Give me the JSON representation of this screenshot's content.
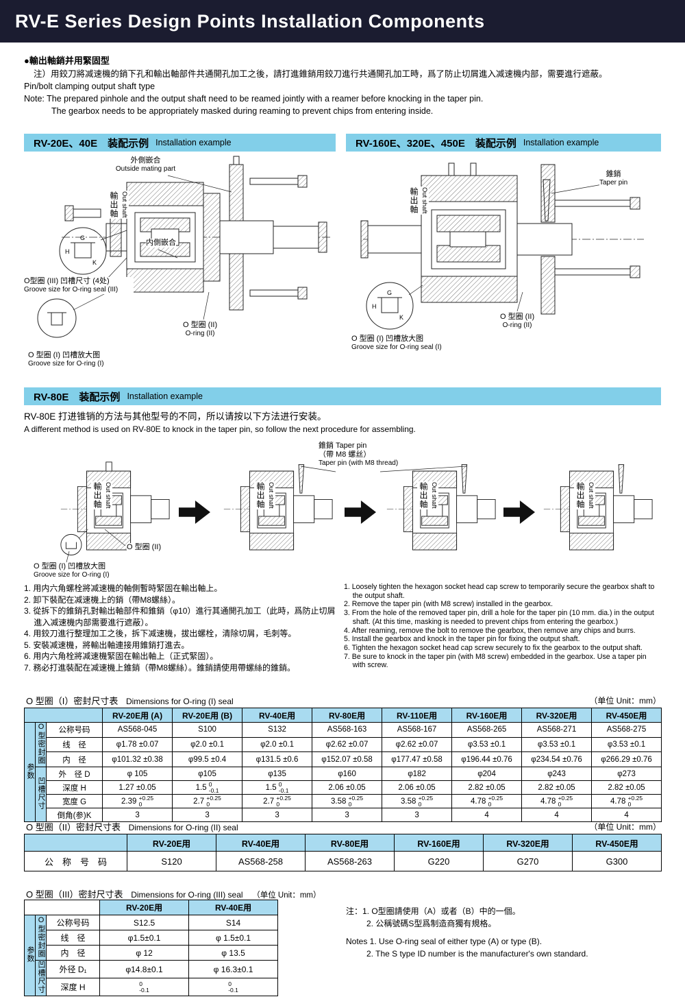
{
  "header": {
    "title": "RV-E Series Design Points Installation Components"
  },
  "intro": {
    "bullet": "●輸出軸銷并用緊固型",
    "note_cn": "注）用鉸刀將减速機的銷下孔和輸出軸部件共通開孔加工之後，請打進錐銷用鉸刀進行共通開孔加工時，爲了防止切屑進入减速機内部，需要進行遮蔽。",
    "type_en": "Pin/bolt clamping output shaft type",
    "note_en1": "Note: The prepared pinhole and the output shaft need to be reamed jointly with a reamer before knocking in the taper pin.",
    "note_en2": "The gearbox needs to be appropriately masked during reaming to prevent chips from entering inside."
  },
  "sec1": {
    "title": "RV-20E、40E　装配示例",
    "en": "Installation example"
  },
  "sec2": {
    "title": "RV-160E、320E、450E　装配示例",
    "en": "Installation example"
  },
  "sec3": {
    "title": "RV-80E　装配示例",
    "en": "Installation example"
  },
  "dims": {
    "g": "G",
    "h": "H",
    "k": "K"
  },
  "d1": {
    "outside_cn": "外側嵌合",
    "outside_en": "Outside mating part",
    "inside_cn": "内側嵌合",
    "shaft_cn": "輸出軸",
    "shaft_en": "Out shaft",
    "o3_cn": "O型圈 (III) 凹槽尺寸 (4处)",
    "o3_en": "Groove size for O-ring seal (III)",
    "o2_cn": "O 型圈 (II)",
    "o2_en": "O-ring (II)",
    "o1_cn": "O 型圈 (I) 凹槽放大图",
    "o1_en": "Groove size for O-ring (I)"
  },
  "d2": {
    "pin_cn": "錐銷",
    "pin_en": "Taper pin",
    "shaft_cn": "輸出軸",
    "shaft_en": "Out shaft",
    "o2_cn": "O 型圈 (II)",
    "o2_en": "O-ring (II)",
    "o1_cn": "O 型圈 (I) 凹槽放大图",
    "o1_en": "Groove size for O-ring seal (I)"
  },
  "s3": {
    "intro_cn": "RV-80E 打进锥销的方法与其他型号的不同，所以请按以下方法进行安装。",
    "intro_en": "A different method is used on RV-80E to knock in the taper pin, so follow the next procedure for assembling.",
    "pin1": "錐銷 Taper pin",
    "pin2": "（帶 M8 螺丝）",
    "pin3": "Taper pin (with M8 thread)",
    "shaft_cn": "輸出軸",
    "shaft_en": "Out shaft",
    "o2": "O 型圈 (II)",
    "o1_cn": "O 型圈 (I) 凹槽放大图",
    "o1_en": "Groove size for O-ring (I)",
    "steps_cn": [
      "1. 用内六角螺栓將减速機的軸側暫時緊固在輸出軸上。",
      "2. 卸下裝配在减速機上的銷（帶M8螺絲）。",
      "3. 從拆下的錐銷孔對輸出軸部件和錐銷（φ10）進行其通開孔加工（此時，爲防止切屑進入减速機内部需要進行遮蔽）。",
      "4. 用鉸刀進行整理加工之後，拆下减速機，拔出螺栓，清除切屑，毛刺等。",
      "5. 安裝减速機，將輸出軸連接用錐銷打進去。",
      "6. 用内六角栓將减速機緊固在輸出軸上（正式緊固）。",
      "7. 務必打進裝配在减速機上錐銷（帶M8螺絲）。錐銷請使用帶螺絲的錐銷。"
    ],
    "steps_en": [
      "1. Loosely tighten the hexagon socket head cap screw to temporarily secure the gearbox shaft to the output shaft.",
      "2. Remove the taper pin (with M8 screw) installed in the gearbox.",
      "3. From the hole of the removed taper pin, drill a hole for the taper pin (10 mm. dia.) in the output shaft. (At this time, masking is needed to prevent chips from entering the gearbox.)",
      "4. After reaming, remove the bolt to remove the gearbox, then remove any chips and burrs.",
      "5. Install the gearbox and knock in the taper pin for fixing the output shaft.",
      "6. Tighten the hexagon socket head cap screw securely to fix the gearbox to the output shaft.",
      "7. Be sure to knock in the taper pin (with M8 screw) embedded in the gearbox. Use a taper pin with screw."
    ]
  },
  "t1": {
    "title": "O 型圈（I）密封尺寸表",
    "en": "Dimensions for O-ring (I) seal",
    "unit": "（单位 Unit：mm）",
    "param": "参数",
    "g1": "O型密封圈",
    "g2": "凹槽尺寸",
    "headers": [
      "RV-20E用 (A)",
      "RV-20E用 (B)",
      "RV-40E用",
      "RV-80E用",
      "RV-110E用",
      "RV-160E用",
      "RV-320E用",
      "RV-450E用"
    ],
    "rows": [
      {
        "label": "公称号码",
        "cells": [
          "AS568-045",
          "S100",
          "S132",
          "AS568-163",
          "AS568-167",
          "AS568-265",
          "AS568-271",
          "AS568-275"
        ]
      },
      {
        "label": "线　径",
        "cells": [
          "φ1.78 ±0.07",
          "φ2.0 ±0.1",
          "φ2.0 ±0.1",
          "φ2.62 ±0.07",
          "φ2.62 ±0.07",
          "φ3.53 ±0.1",
          "φ3.53 ±0.1",
          "φ3.53 ±0.1"
        ]
      },
      {
        "label": "内　径",
        "cells": [
          "φ101.32 ±0.38",
          "φ99.5 ±0.4",
          "φ131.5 ±0.6",
          "φ152.07 ±0.58",
          "φ177.47 ±0.58",
          "φ196.44 ±0.76",
          "φ234.54 ±0.76",
          "φ266.29 ±0.76"
        ]
      },
      {
        "label": "外　径 D",
        "cells": [
          "φ 105",
          "φ105",
          "φ135",
          "φ160",
          "φ182",
          "φ204",
          "φ243",
          "φ273"
        ]
      },
      {
        "label": "深度 H",
        "cells": [
          "1.27 ±0.05",
          {
            "v": "1.5",
            "sup": "0",
            "sub": "-0.1"
          },
          {
            "v": "1.5",
            "sup": "0",
            "sub": "-0.1"
          },
          "2.06 ±0.05",
          "2.06 ±0.05",
          "2.82 ±0.05",
          "2.82 ±0.05",
          "2.82 ±0.05"
        ]
      },
      {
        "label": "宽度 G",
        "cells": [
          {
            "v": "2.39",
            "sup": "+0.25",
            "sub": "0"
          },
          {
            "v": "2.7",
            "sup": "+0.25",
            "sub": "0"
          },
          {
            "v": "2.7",
            "sup": "+0.25",
            "sub": "0"
          },
          {
            "v": "3.58",
            "sup": "+0.25",
            "sub": "0"
          },
          {
            "v": "3.58",
            "sup": "+0.25",
            "sub": "0"
          },
          {
            "v": "4.78",
            "sup": "+0.25",
            "sub": "0"
          },
          {
            "v": "4.78",
            "sup": "+0.25",
            "sub": "0"
          },
          {
            "v": "4.78",
            "sup": "+0.25",
            "sub": "0"
          }
        ]
      },
      {
        "label": "倒角(参)K",
        "cells": [
          "3",
          "3",
          "3",
          "3",
          "3",
          "4",
          "4",
          "4"
        ]
      }
    ]
  },
  "t2": {
    "title": "O 型圈（II）密封尺寸表",
    "en": "Dimensions for O-ring (II) seal",
    "unit": "（单位 Unit：mm）",
    "label": "公　称　号　码",
    "headers": [
      "RV-20E用",
      "RV-40E用",
      "RV-80E用",
      "RV-160E用",
      "RV-320E用",
      "RV-450E用"
    ],
    "cells": [
      "S120",
      "AS568-258",
      "AS568-263",
      "G220",
      "G270",
      "G300"
    ]
  },
  "t3": {
    "title": "O 型圈（III）密封尺寸表",
    "en": "Dimensions for O-ring (III) seal",
    "unit": "（单位 Unit：mm）",
    "param": "参数",
    "g1": "O型密封圈",
    "g2": "凹槽尺寸",
    "headers": [
      "RV-20E用",
      "RV-40E用"
    ],
    "rows": [
      {
        "label": "公称号码",
        "cells": [
          "S12.5",
          "S14"
        ]
      },
      {
        "label": "线　径",
        "cells": [
          "φ1.5±0.1",
          "φ 1.5±0.1"
        ]
      },
      {
        "label": "内　径",
        "cells": [
          "φ 12",
          "φ 13.5"
        ]
      },
      {
        "label": "外径 D₁",
        "cells": [
          "φ14.8±0.1",
          "φ 16.3±0.1"
        ]
      },
      {
        "label": "深度 H",
        "cells": [
          {
            "v": "",
            "sup": "0",
            "sub": "-0.1"
          },
          {
            "v": "",
            "sup": "0",
            "sub": "-0.1"
          }
        ]
      }
    ]
  },
  "notes": {
    "cn1": "注：1. O型圈請使用（A）或者（B）中的一個。",
    "cn2": "2. 公稱號碼S型爲制造商獨有規格。",
    "en1": "Notes 1. Use O-ring seal of either type (A) or type (B).",
    "en2": "2. The S type ID number is the manufacturer's own standard."
  }
}
